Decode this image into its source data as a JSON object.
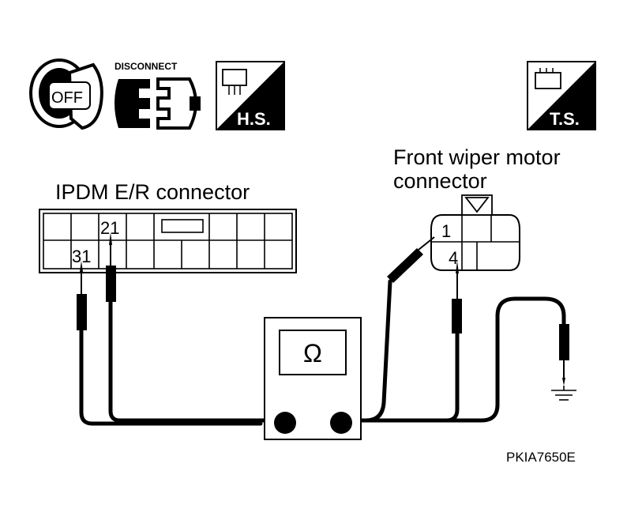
{
  "conditions": {
    "ignition_label": "OFF",
    "disconnect_label": "DISCONNECT",
    "harness_side_label": "H.S.",
    "terminal_side_label": "T.S."
  },
  "ipdm": {
    "title": "IPDM E/R connector",
    "pin_a": "21",
    "pin_b": "31"
  },
  "wiper": {
    "title_line1": "Front wiper motor",
    "title_line2": "connector",
    "pin_a": "1",
    "pin_b": "4"
  },
  "tester": {
    "symbol": "Ω"
  },
  "figure_code": "PKIA7650E"
}
